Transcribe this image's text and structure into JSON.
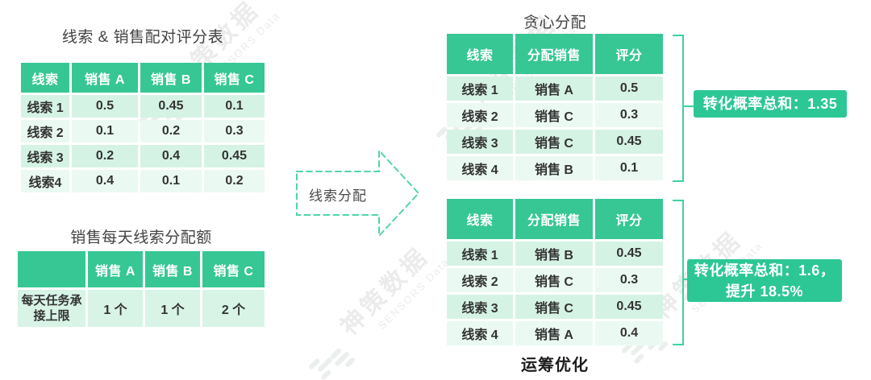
{
  "colors": {
    "header_green": "#36C794",
    "row_mint_dark": "#D5F3E5",
    "row_mint_light": "#EAFAF2",
    "result_box_green": "#2CC795",
    "bracket_green": "#3ED29E",
    "arrow_dash_green": "#52D5A6",
    "title_gray": "#434343"
  },
  "score": {
    "title": "线索 & 销售配对评分表",
    "headers": [
      "线索",
      "销售 A",
      "销售 B",
      "销售 C"
    ],
    "rows": [
      [
        "线索 1",
        "0.5",
        "0.45",
        "0.1"
      ],
      [
        "线索 2",
        "0.1",
        "0.2",
        "0.3"
      ],
      [
        "线索 3",
        "0.2",
        "0.4",
        "0.45"
      ],
      [
        "线索4",
        "0.4",
        "0.1",
        "0.2"
      ]
    ]
  },
  "quota": {
    "title": "销售每天线索分配额",
    "headers": [
      "",
      "销售 A",
      "销售 B",
      "销售 C"
    ],
    "row_label": "每天任务承接上限",
    "values": [
      "1 个",
      "1 个",
      "2 个"
    ]
  },
  "arrow": {
    "label": "线索分配"
  },
  "greedy": {
    "title": "贪心分配",
    "headers": [
      "线索",
      "分配销售",
      "评分"
    ],
    "rows": [
      [
        "线索 1",
        "销售 A",
        "0.5"
      ],
      [
        "线索 2",
        "销售 C",
        "0.3"
      ],
      [
        "线索 3",
        "销售 C",
        "0.45"
      ],
      [
        "线索 4",
        "销售 B",
        "0.1"
      ]
    ],
    "summary": "转化概率总和：1.35"
  },
  "optimized": {
    "caption": "运筹优化",
    "headers": [
      "线索",
      "分配销售",
      "评分"
    ],
    "rows": [
      [
        "线索 1",
        "销售 B",
        "0.45"
      ],
      [
        "线索 2",
        "销售 C",
        "0.3"
      ],
      [
        "线索 3",
        "销售 C",
        "0.45"
      ],
      [
        "线索 4",
        "销售 A",
        "0.4"
      ]
    ],
    "summary_line1": "转化概率总和：1.6，",
    "summary_line2": "提升 18.5%"
  },
  "watermark": {
    "cn": "神策数据",
    "en": "SENSORS Data"
  }
}
